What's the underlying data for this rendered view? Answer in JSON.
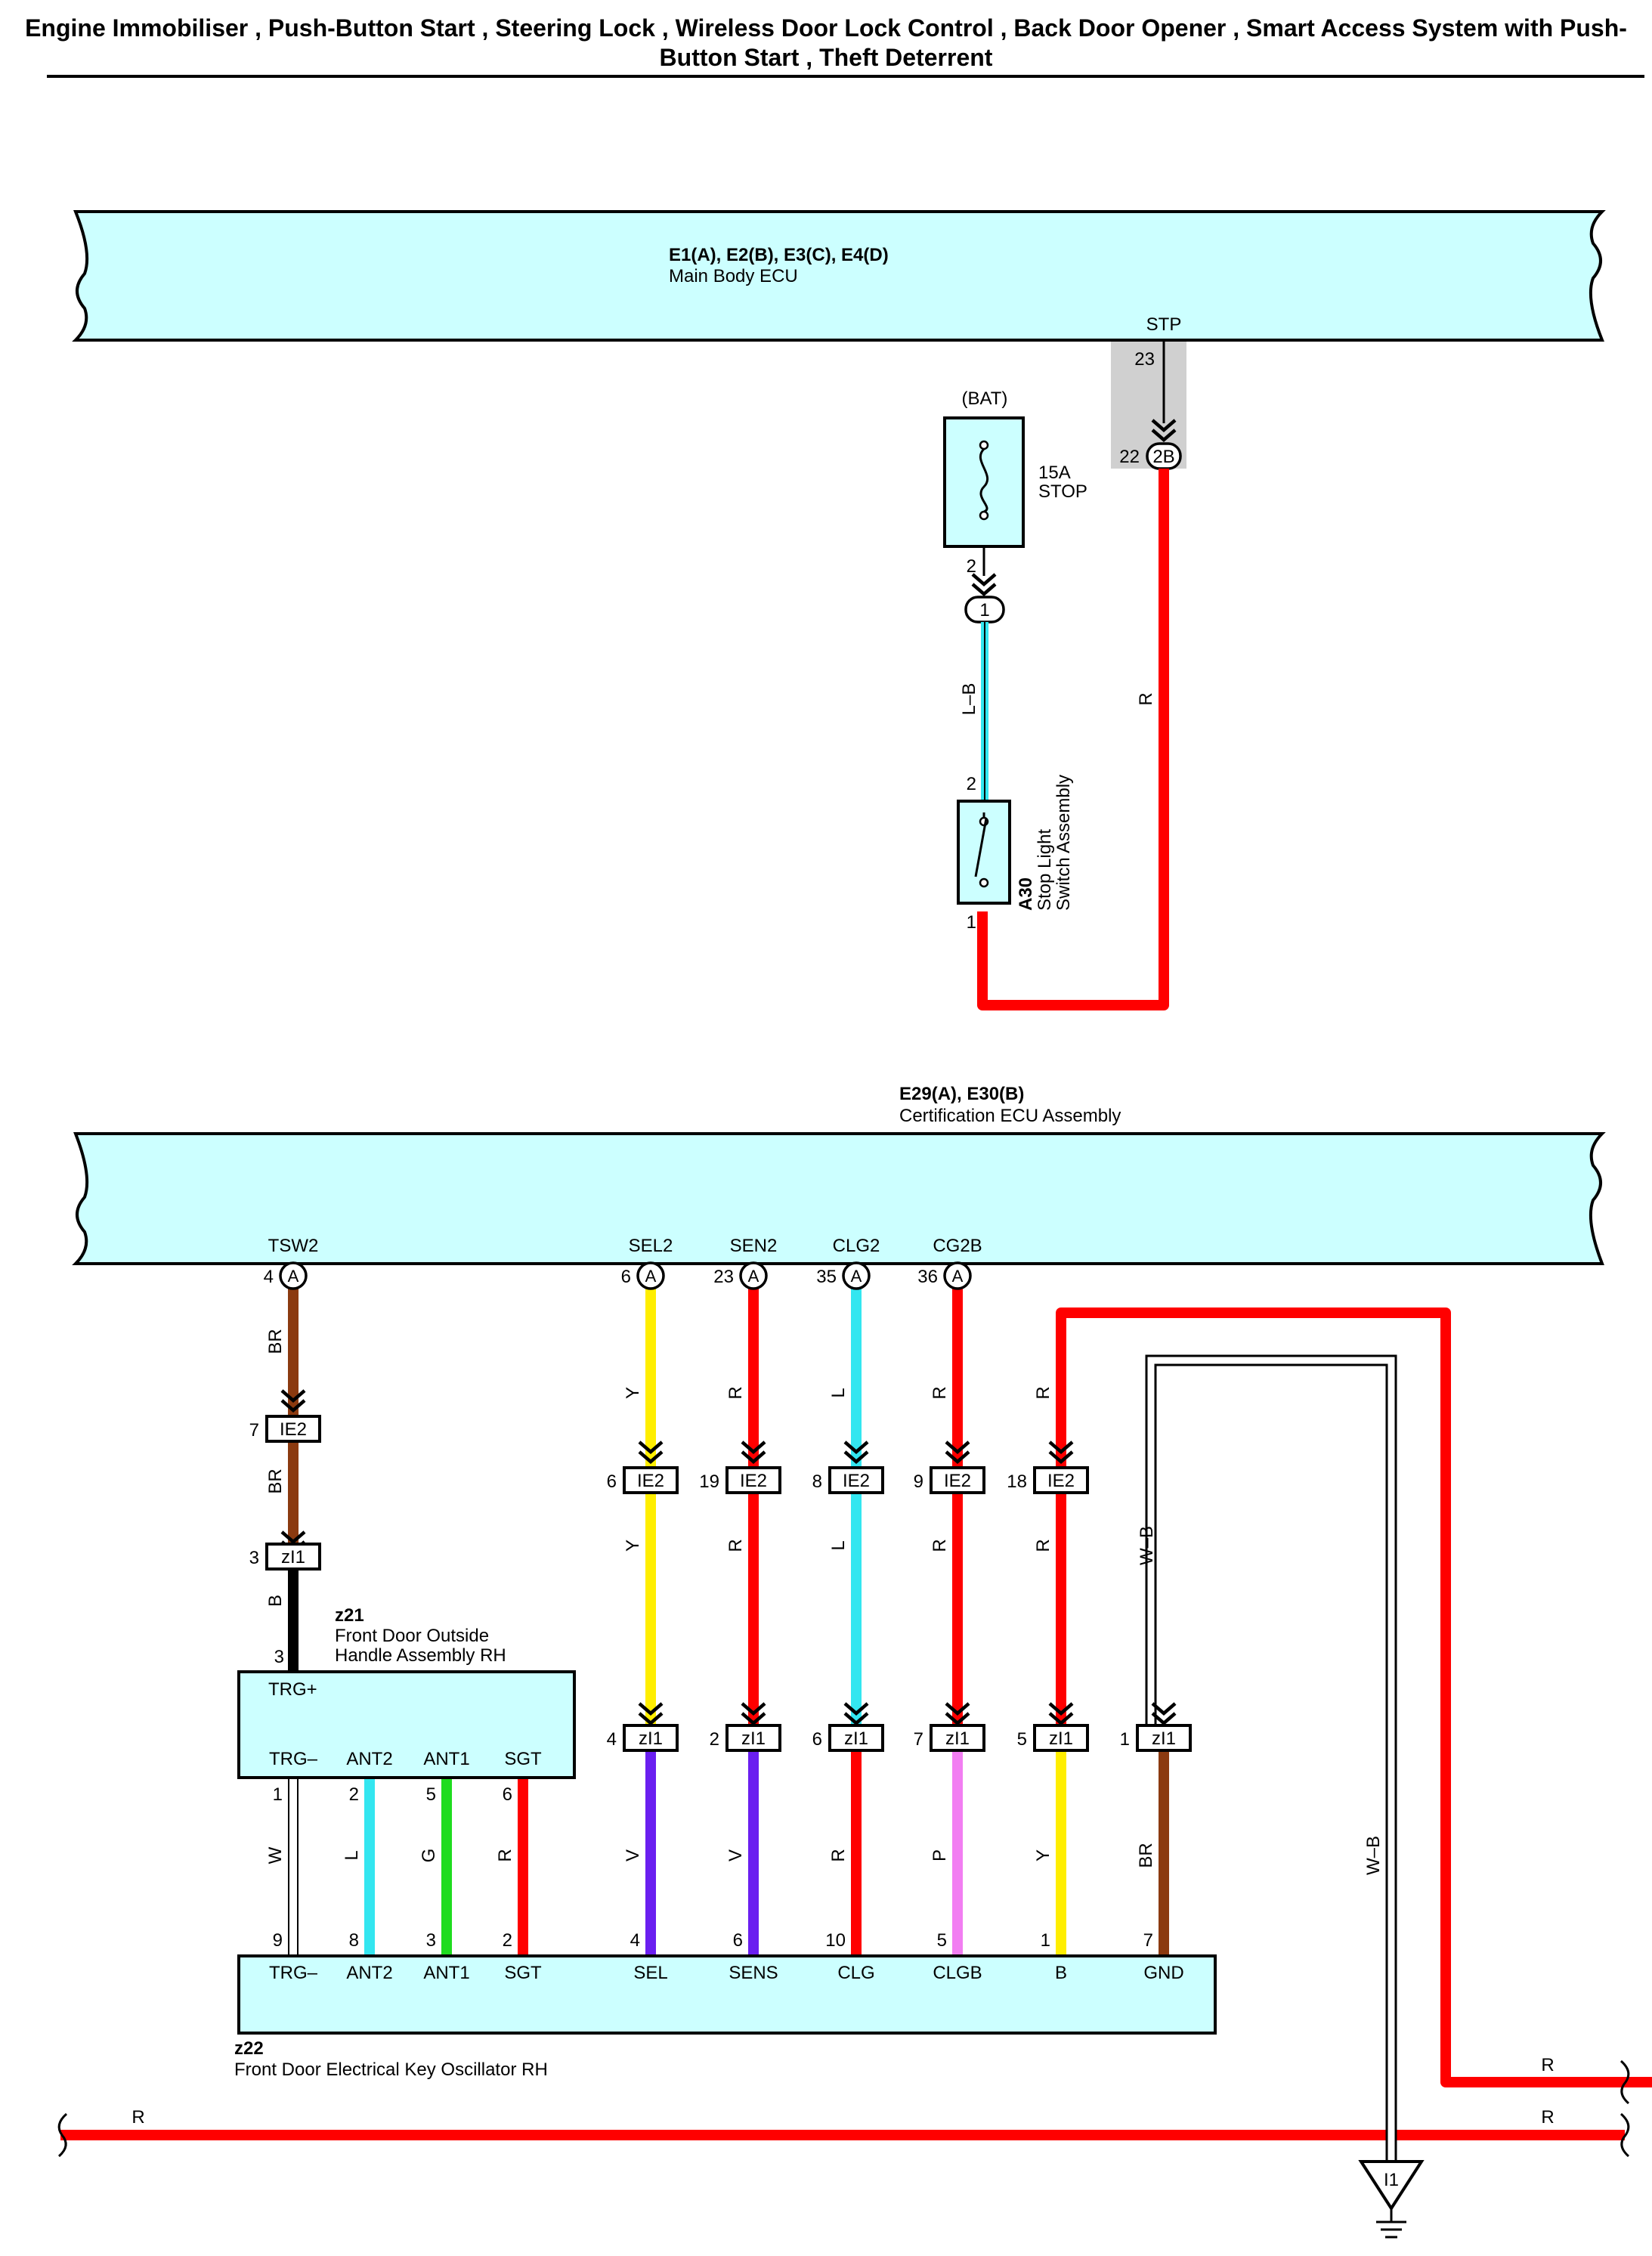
{
  "title_line1": "Engine Immobiliser , Push-Button Start , Steering Lock , Wireless Door Lock Control , Back Door Opener , Smart Access System with Push-",
  "title_line2": "Button Start , Theft Deterrent",
  "colors": {
    "ecu_fill": "#ccffff",
    "wire_R": "#ff0000",
    "wire_LB": "#33e6f0",
    "wire_BR": "#8b3a10",
    "wire_Y": "#ffee00",
    "wire_L": "#33e6f0",
    "wire_V": "#6a1ff0",
    "wire_G": "#1fdc1f",
    "wire_P": "#f27ef2",
    "wire_B": "#000000",
    "wire_W": "#ffffff",
    "wire_WB": "#ffffff",
    "shade": "#d0d0d0"
  },
  "ecu1": {
    "connectors": "E1(A), E2(B), E3(C), E4(D)",
    "name": "Main Body ECU",
    "pin_stp": "STP",
    "pin_no": "23"
  },
  "stp_conn": {
    "pin": "22",
    "label": "2B"
  },
  "fuse": {
    "source": "(BAT)",
    "rating": "15A",
    "name": "STOP",
    "pin_top": "2",
    "conn": "1"
  },
  "wires": {
    "lb": "L–B",
    "r": "R",
    "br": "BR",
    "b": "B",
    "y": "Y",
    "l": "L",
    "v": "V",
    "p": "P",
    "g": "G",
    "w": "W",
    "wb": "W–B"
  },
  "switch": {
    "id": "A30",
    "name_line1": "Stop Light",
    "name_line2": "Switch Assembly",
    "pin_top": "2",
    "pin_bot": "1"
  },
  "ecu2": {
    "connectors": "E29(A), E30(B)",
    "name": "Certification ECU Assembly"
  },
  "ecu2_pins": [
    {
      "name": "TSW2",
      "num": "4",
      "conn": "A"
    },
    {
      "name": "SEL2",
      "num": "6",
      "conn": "A"
    },
    {
      "name": "SEN2",
      "num": "23",
      "conn": "A"
    },
    {
      "name": "CLG2",
      "num": "35",
      "conn": "A"
    },
    {
      "name": "CG2B",
      "num": "36",
      "conn": "A"
    }
  ],
  "ie2": {
    "label": "IE2",
    "pins": [
      "7",
      "6",
      "19",
      "8",
      "9",
      "18"
    ]
  },
  "zi1": {
    "label": "zI1",
    "pins": [
      "3",
      "4",
      "2",
      "6",
      "7",
      "5",
      "1"
    ]
  },
  "z21": {
    "id": "z21",
    "name_line1": "Front Door Outside",
    "name_line2": "Handle Assembly RH",
    "pin_trg": "3",
    "trg_plus": "TRG+",
    "bottom_pins": [
      {
        "name": "TRG–",
        "num": "1"
      },
      {
        "name": "ANT2",
        "num": "2"
      },
      {
        "name": "ANT1",
        "num": "5"
      },
      {
        "name": "SGT",
        "num": "6"
      }
    ]
  },
  "z22": {
    "id": "z22",
    "name": "Front Door Electrical Key Oscillator RH",
    "pins": [
      {
        "name": "TRG–",
        "num": "9"
      },
      {
        "name": "ANT2",
        "num": "8"
      },
      {
        "name": "ANT1",
        "num": "3"
      },
      {
        "name": "SGT",
        "num": "2"
      },
      {
        "name": "SEL",
        "num": "4"
      },
      {
        "name": "SENS",
        "num": "6"
      },
      {
        "name": "CLG",
        "num": "10"
      },
      {
        "name": "CLGB",
        "num": "5"
      },
      {
        "name": "B",
        "num": "1"
      },
      {
        "name": "GND",
        "num": "7"
      }
    ]
  },
  "ground": {
    "label": "I1"
  }
}
